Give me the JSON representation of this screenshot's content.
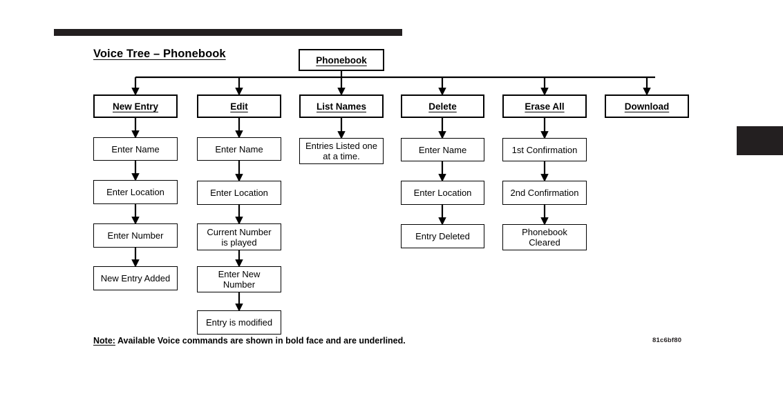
{
  "page": {
    "title": "Voice Tree – Phonebook",
    "figure_code": "81c6bf80",
    "note_label": "Note:",
    "note_text": " Available Voice commands are shown in bold face and are underlined.",
    "colors": {
      "ink": "#000000",
      "bar": "#231f20",
      "background": "#ffffff"
    }
  },
  "diagram": {
    "type": "tree",
    "root": {
      "label": "Phonebook",
      "style": "command"
    },
    "branches": [
      {
        "command": "New Entry",
        "steps": [
          "Enter Name",
          "Enter Location",
          "Enter Number",
          "New Entry Added"
        ]
      },
      {
        "command": "Edit",
        "steps": [
          "Enter Name",
          "Enter Location",
          "Current Number\nis played",
          "Enter New\nNumber",
          "Entry is modified"
        ]
      },
      {
        "command": "List Names",
        "steps": [
          "Entries Listed one\nat a time."
        ]
      },
      {
        "command": "Delete",
        "steps": [
          "Enter Name",
          "Enter Location",
          "Entry Deleted"
        ]
      },
      {
        "command": "Erase All",
        "steps": [
          "1st Confirmation",
          "2nd Confirmation",
          "Phonebook\nCleared"
        ]
      },
      {
        "command": "Download",
        "steps": []
      }
    ]
  }
}
